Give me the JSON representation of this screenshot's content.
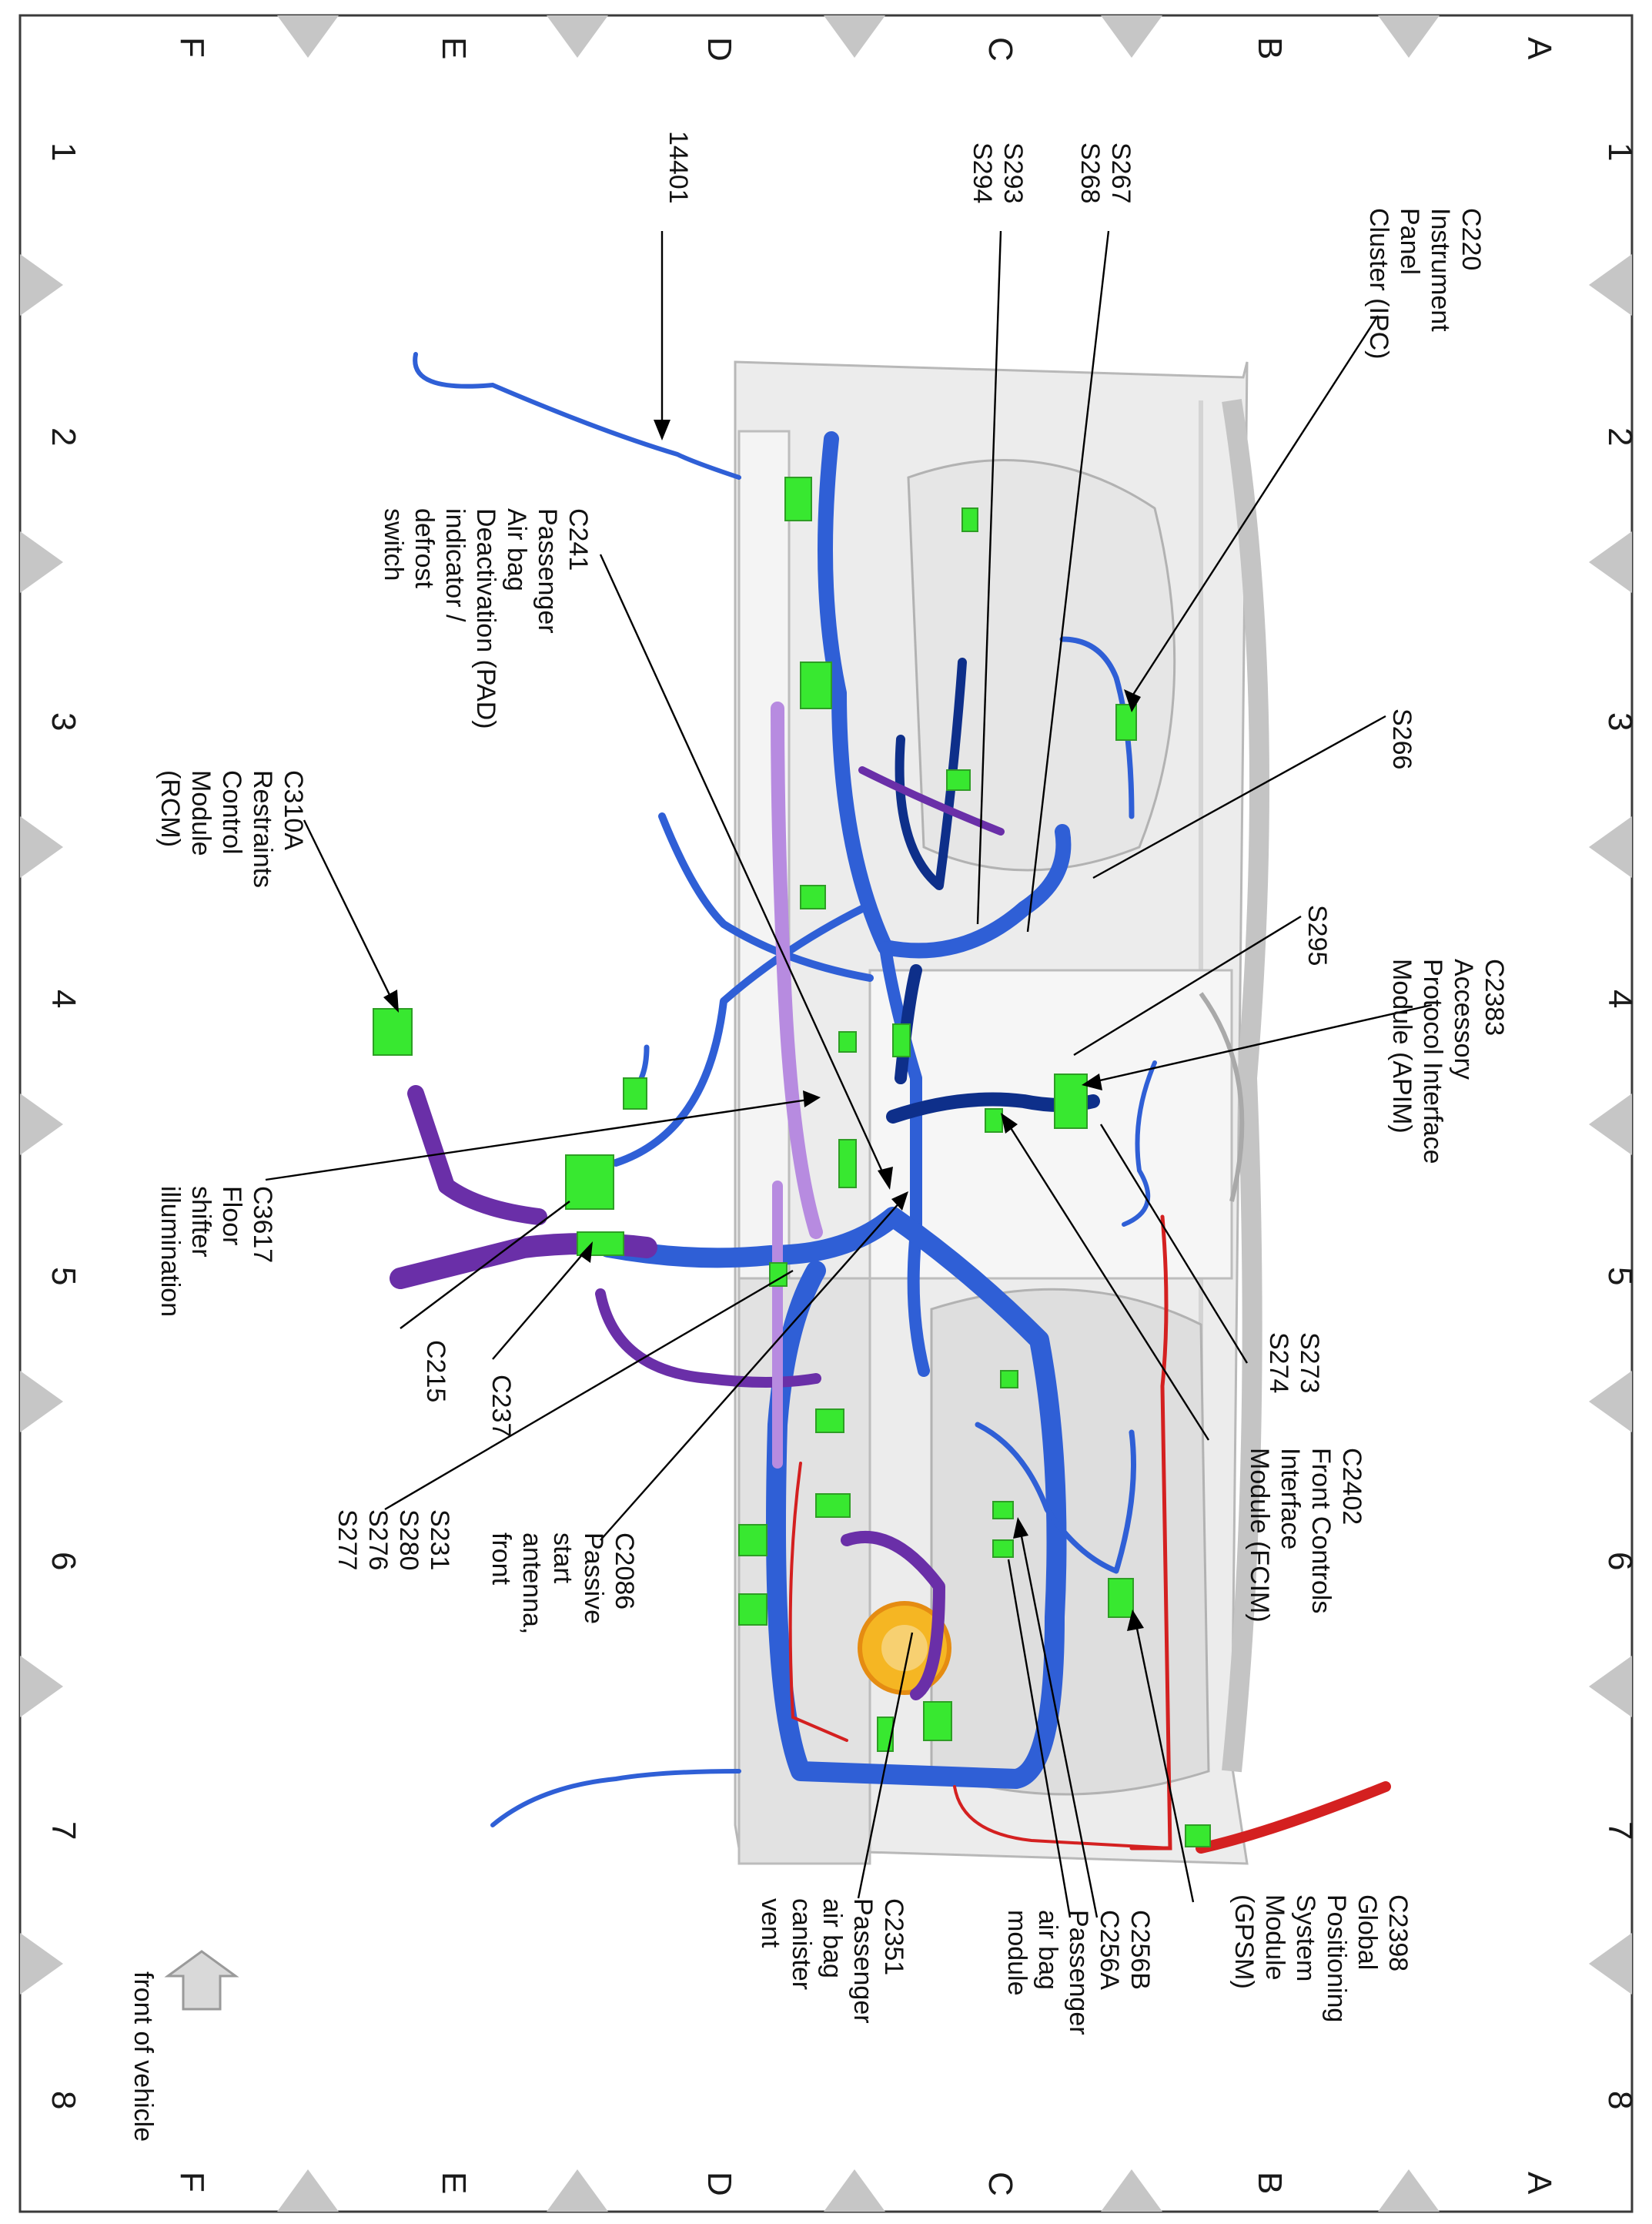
{
  "colors": {
    "harness_blue": "#2f5fd6",
    "harness_dark_blue": "#0e2f8a",
    "harness_purple": "#6a2fa8",
    "harness_lilac": "#b78be0",
    "harness_red": "#d42020",
    "connector_green": "#38e830",
    "dash_gray": "#d2d2d2",
    "border": "#3a3a3a"
  },
  "grid": {
    "rows": [
      "A",
      "B",
      "C",
      "D",
      "E",
      "F"
    ],
    "columns": [
      "1",
      "2",
      "3",
      "4",
      "5",
      "6",
      "7",
      "8"
    ]
  },
  "callouts": {
    "c220": [
      "C220",
      "Instrument",
      "Panel",
      "Cluster (IPC)"
    ],
    "s267": [
      "S267",
      "S268"
    ],
    "s293": [
      "S293",
      "S294"
    ],
    "h14401": [
      "14401"
    ],
    "c241": [
      "C241",
      "Passenger",
      "Air bag",
      "Deactivation (PAD)",
      "indicator /",
      "defrost",
      "switch"
    ],
    "s266": [
      "S266"
    ],
    "c310a": [
      "C310A",
      "Restraints",
      "Control",
      "Module",
      "(RCM)"
    ],
    "s295": [
      "S295"
    ],
    "c2383": [
      "C2383",
      "Accessory",
      "Protocol Interface",
      "Module (APIM)"
    ],
    "c3617": [
      "C3617",
      "Floor",
      "shifter",
      "illumination"
    ],
    "c215": [
      "C215"
    ],
    "c237": [
      "C237"
    ],
    "s273": [
      "S273",
      "S274"
    ],
    "c2402": [
      "C2402",
      "Front Controls",
      "Interface",
      "Module (FCIM)"
    ],
    "s231": [
      "S231",
      "S280",
      "S276",
      "S277"
    ],
    "c2086": [
      "C2086",
      "Passive",
      "start",
      "antenna,",
      "front"
    ],
    "c2398": [
      "C2398",
      "Global",
      "Positioning",
      "System",
      "Module",
      "(GPSM)"
    ],
    "c256b": [
      "C256B",
      "C256A",
      "Passenger",
      "air bag",
      "module"
    ],
    "c2351": [
      "C2351",
      "Passenger",
      "air bag",
      "canister",
      "vent"
    ]
  },
  "front_of_vehicle": "front of vehicle"
}
